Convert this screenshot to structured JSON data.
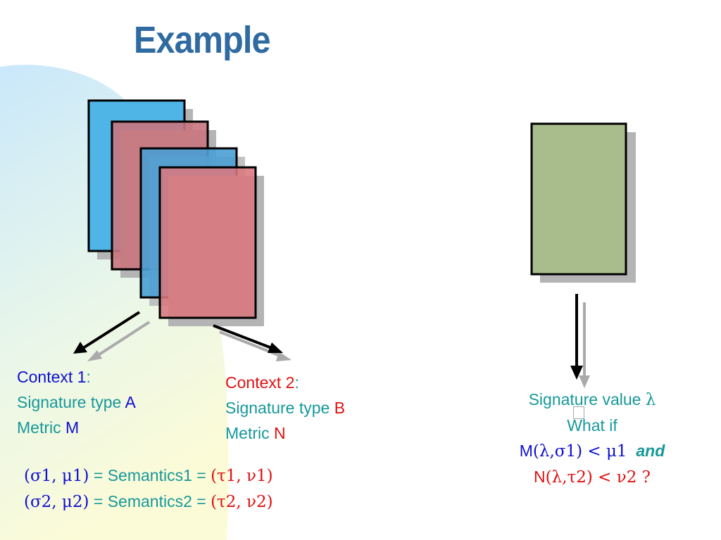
{
  "title": "Example",
  "context1": {
    "heading": "Context 1",
    "colon": ":",
    "sig_prefix": "Signature type ",
    "sig_value": "A",
    "metric_prefix": "Metric ",
    "metric_value": "M"
  },
  "context2": {
    "heading": "Context 2",
    "colon": ":",
    "sig_prefix": "Signature type ",
    "sig_value": "B",
    "metric_prefix": "Metric ",
    "metric_value": "N"
  },
  "signature": {
    "line1": "Signature value ",
    "lambda": "λ",
    "whatif": "What if",
    "m_name": "M",
    "m_expr": "(λ,σ1) < μ1",
    "and": "and",
    "n_name": "N",
    "n_expr": "(λ,τ2) < ν2 ?"
  },
  "semantics": {
    "row1_left": "(σ1, μ1)",
    "row1_mid": " = Semantics1 = ",
    "row1_right": "(τ1, ν1)",
    "row2_left": "(σ2, μ2)",
    "row2_mid": " = Semantics2 = ",
    "row2_right": "(τ2, ν2)"
  },
  "colors": {
    "title": "#2f6aa1",
    "teal_text": "#17989a",
    "blue_sheet": "#4fb4e6",
    "red_sheet": "#d97a80",
    "green_sheet": "#a9bd8c",
    "shadow": "#b4b4b4"
  }
}
